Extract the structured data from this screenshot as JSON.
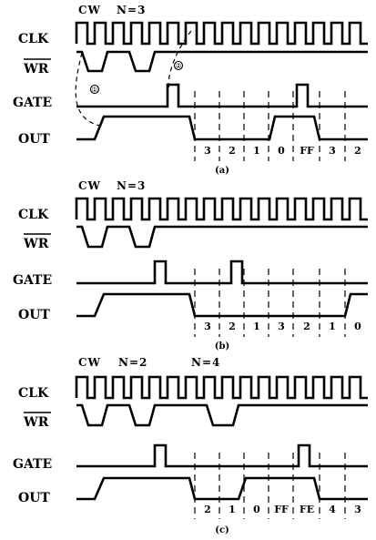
{
  "panels": [
    {
      "id": "a",
      "caption": "(a)",
      "header_cw": "CW",
      "header_n1": "N=3",
      "header_n2": "",
      "signals": [
        "CLK",
        "WR",
        "GATE",
        "OUT"
      ],
      "counts": [
        "3",
        "2",
        "1",
        "0",
        "FF",
        "3",
        "2"
      ],
      "annotations": [
        "①",
        "②"
      ]
    },
    {
      "id": "b",
      "caption": "(b)",
      "header_cw": "CW",
      "header_n1": "N=3",
      "header_n2": "",
      "signals": [
        "CLK",
        "WR",
        "GATE",
        "OUT"
      ],
      "counts": [
        "3",
        "2",
        "1",
        "3",
        "2",
        "1",
        "0"
      ],
      "annotations": []
    },
    {
      "id": "c",
      "caption": "(c)",
      "header_cw": "CW",
      "header_n1": "N=2",
      "header_n2": "N=4",
      "signals": [
        "CLK",
        "WR",
        "GATE",
        "OUT"
      ],
      "counts": [
        "2",
        "1",
        "0",
        "FF",
        "FE",
        "4",
        "3"
      ],
      "annotations": []
    }
  ]
}
